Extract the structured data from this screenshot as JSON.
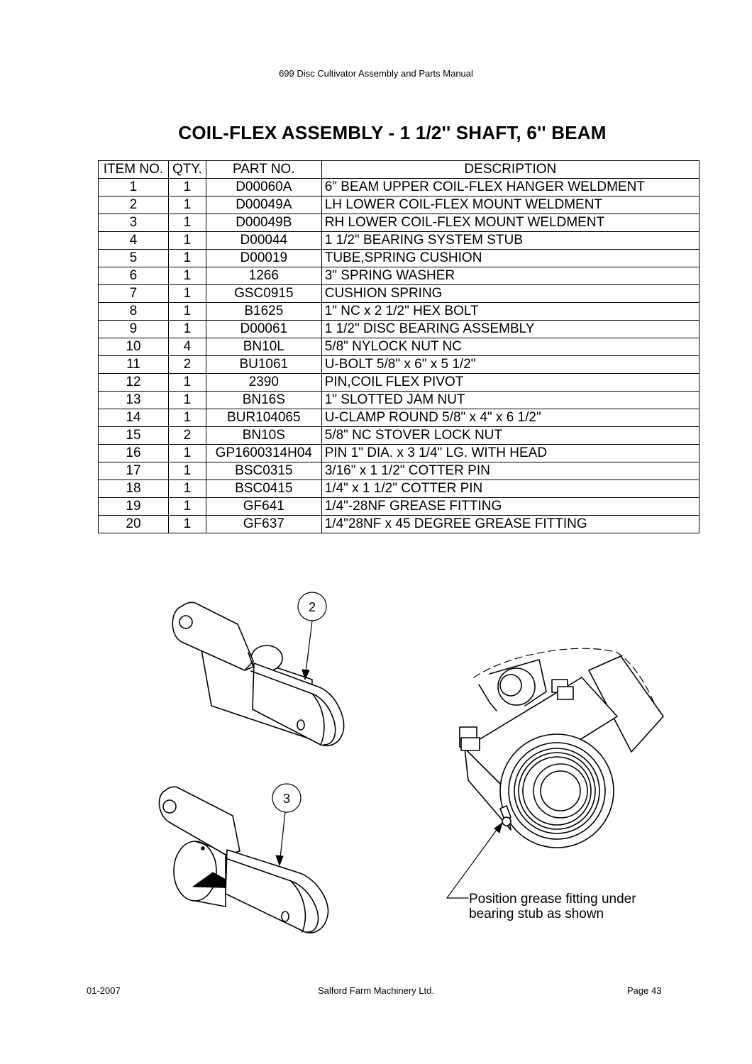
{
  "header": {
    "manual_title": "699 Disc Cultivator Assembly and Parts Manual"
  },
  "page_title": "COIL-FLEX ASSEMBLY - 1 1/2'' SHAFT, 6'' BEAM",
  "parts_table": {
    "columns": [
      "ITEM NO.",
      "QTY.",
      "PART NO.",
      "DESCRIPTION"
    ],
    "rows": [
      {
        "item": "1",
        "qty": "1",
        "part": "D00060A",
        "desc": "6\" BEAM UPPER COIL-FLEX HANGER WELDMENT"
      },
      {
        "item": "2",
        "qty": "1",
        "part": "D00049A",
        "desc": "LH LOWER COIL-FLEX MOUNT WELDMENT"
      },
      {
        "item": "3",
        "qty": "1",
        "part": "D00049B",
        "desc": "RH LOWER COIL-FLEX MOUNT WELDMENT"
      },
      {
        "item": "4",
        "qty": "1",
        "part": "D00044",
        "desc": "1 1/2\" BEARING SYSTEM STUB"
      },
      {
        "item": "5",
        "qty": "1",
        "part": "D00019",
        "desc": "TUBE,SPRING CUSHION"
      },
      {
        "item": "6",
        "qty": "1",
        "part": "1266",
        "desc": "3\" SPRING WASHER"
      },
      {
        "item": "7",
        "qty": "1",
        "part": "GSC0915",
        "desc": "CUSHION SPRING"
      },
      {
        "item": "8",
        "qty": "1",
        "part": "B1625",
        "desc": "1\" NC x 2 1/2\" HEX BOLT"
      },
      {
        "item": "9",
        "qty": "1",
        "part": "D00061",
        "desc": "1 1/2\" DISC BEARING ASSEMBLY"
      },
      {
        "item": "10",
        "qty": "4",
        "part": "BN10L",
        "desc": "5/8\" NYLOCK NUT NC"
      },
      {
        "item": "11",
        "qty": "2",
        "part": "BU1061",
        "desc": "U-BOLT 5/8\" x 6\" x 5 1/2\""
      },
      {
        "item": "12",
        "qty": "1",
        "part": "2390",
        "desc": "PIN,COIL FLEX PIVOT"
      },
      {
        "item": "13",
        "qty": "1",
        "part": "BN16S",
        "desc": "1\" SLOTTED JAM NUT"
      },
      {
        "item": "14",
        "qty": "1",
        "part": "BUR104065",
        "desc": "U-CLAMP ROUND 5/8\" x 4\" x 6 1/2\""
      },
      {
        "item": "15",
        "qty": "2",
        "part": "BN10S",
        "desc": "5/8\" NC STOVER LOCK NUT"
      },
      {
        "item": "16",
        "qty": "1",
        "part": "GP1600314H04",
        "desc": "PIN 1\" DIA. x 3 1/4\" LG. WITH HEAD"
      },
      {
        "item": "17",
        "qty": "1",
        "part": "BSC0315",
        "desc": "3/16\" x 1 1/2\" COTTER PIN"
      },
      {
        "item": "18",
        "qty": "1",
        "part": "BSC0415",
        "desc": "1/4\" x 1 1/2\" COTTER PIN"
      },
      {
        "item": "19",
        "qty": "1",
        "part": "GF641",
        "desc": "1/4\"-28NF GREASE FITTING"
      },
      {
        "item": "20",
        "qty": "1",
        "part": "GF637",
        "desc": "1/4\"28NF x 45 DEGREE GREASE FITTING"
      }
    ]
  },
  "drawings": {
    "callout_2": "2",
    "callout_3": "3",
    "note_line1": "Position grease fitting under",
    "note_line2": "bearing stub as shown"
  },
  "footer": {
    "date": "01-2007",
    "company": "Salford Farm Machinery Ltd.",
    "page": "Page 43"
  }
}
